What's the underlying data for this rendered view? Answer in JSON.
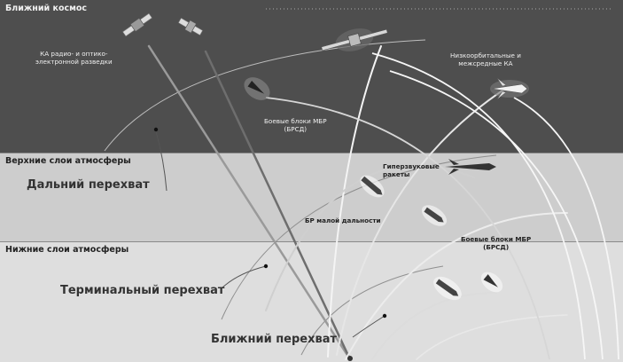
{
  "zones": {
    "near_space": "Ближний космос",
    "upper_atmosphere": "Верхние слои атмосферы",
    "lower_atmosphere": "Нижние слои атмосферы"
  },
  "labels": {
    "recon_sat": "КА радио- и оптико-\nэлектронной разведки",
    "low_orbit": "Низкоорбитальные и\nмежсредные  КА",
    "icbm_space": "Боевые блоки МБР\n(БРСД)",
    "hypersonic": "Гиперзвуковые\nракеты",
    "short_range": "БР малой дальности",
    "icbm_lower": "Боевые блоки МБР\n(БРСД)"
  },
  "intercept": {
    "long_range": "Дальний перехват",
    "terminal": "Терминальный перехват",
    "close": "Ближний перехват"
  }
}
